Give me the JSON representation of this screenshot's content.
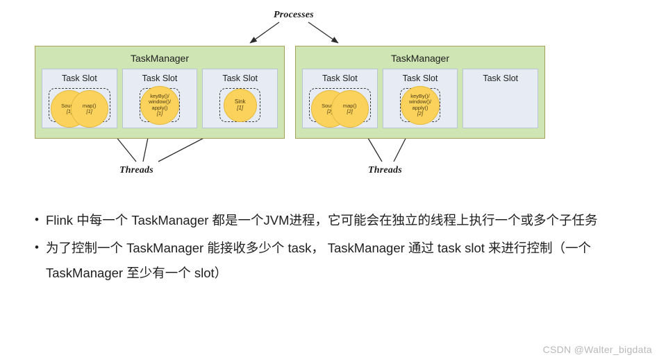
{
  "diagram": {
    "processes_label": "Processes",
    "threads_label_left": "Threads",
    "threads_label_right": "Threads",
    "taskmanagers": [
      {
        "title": "TaskManager",
        "slots": [
          {
            "title": "Task Slot",
            "empty": false,
            "subtasks": [
              {
                "op": "Source",
                "idx": "[1]"
              },
              {
                "op": "map()",
                "idx": "[1]"
              }
            ]
          },
          {
            "title": "Task Slot",
            "empty": false,
            "subtasks": [
              {
                "op": "keyBy()/\nwindow()/\napply()",
                "idx": "[1]"
              }
            ]
          },
          {
            "title": "Task Slot",
            "empty": false,
            "subtasks": [
              {
                "op": "Sink",
                "idx": "[1]"
              }
            ]
          }
        ]
      },
      {
        "title": "TaskManager",
        "slots": [
          {
            "title": "Task Slot",
            "empty": false,
            "subtasks": [
              {
                "op": "Source",
                "idx": "[2]"
              },
              {
                "op": "map()",
                "idx": "[2]"
              }
            ]
          },
          {
            "title": "Task Slot",
            "empty": false,
            "subtasks": [
              {
                "op": "keyBy()/\nwindow()/\napply()",
                "idx": "[2]"
              }
            ]
          },
          {
            "title": "Task Slot",
            "empty": true,
            "subtasks": []
          }
        ]
      }
    ]
  },
  "bullets": [
    {
      "marker": "•",
      "text": "Flink 中每一个 TaskManager 都是一个JVM进程，它可能会在独立的线程上执行一个或多个子任务"
    },
    {
      "marker": "•",
      "text": "为了控制一个 TaskManager 能接收多少个 task， TaskManager 通过 task slot 来进行控制（一个 TaskManager 至少有一个 slot）"
    }
  ],
  "watermark": "CSDN @Walter_bigdata",
  "colors": {
    "taskmanager_fill": "#cfe5b4",
    "taskmanager_border": "#a6a059",
    "slot_fill": "#e7ecf4",
    "slot_border": "#b9c4d4",
    "subtask_circle": "#fbd35c",
    "arrow": "#2b2b2b",
    "watermark": "#b9b9b9"
  }
}
